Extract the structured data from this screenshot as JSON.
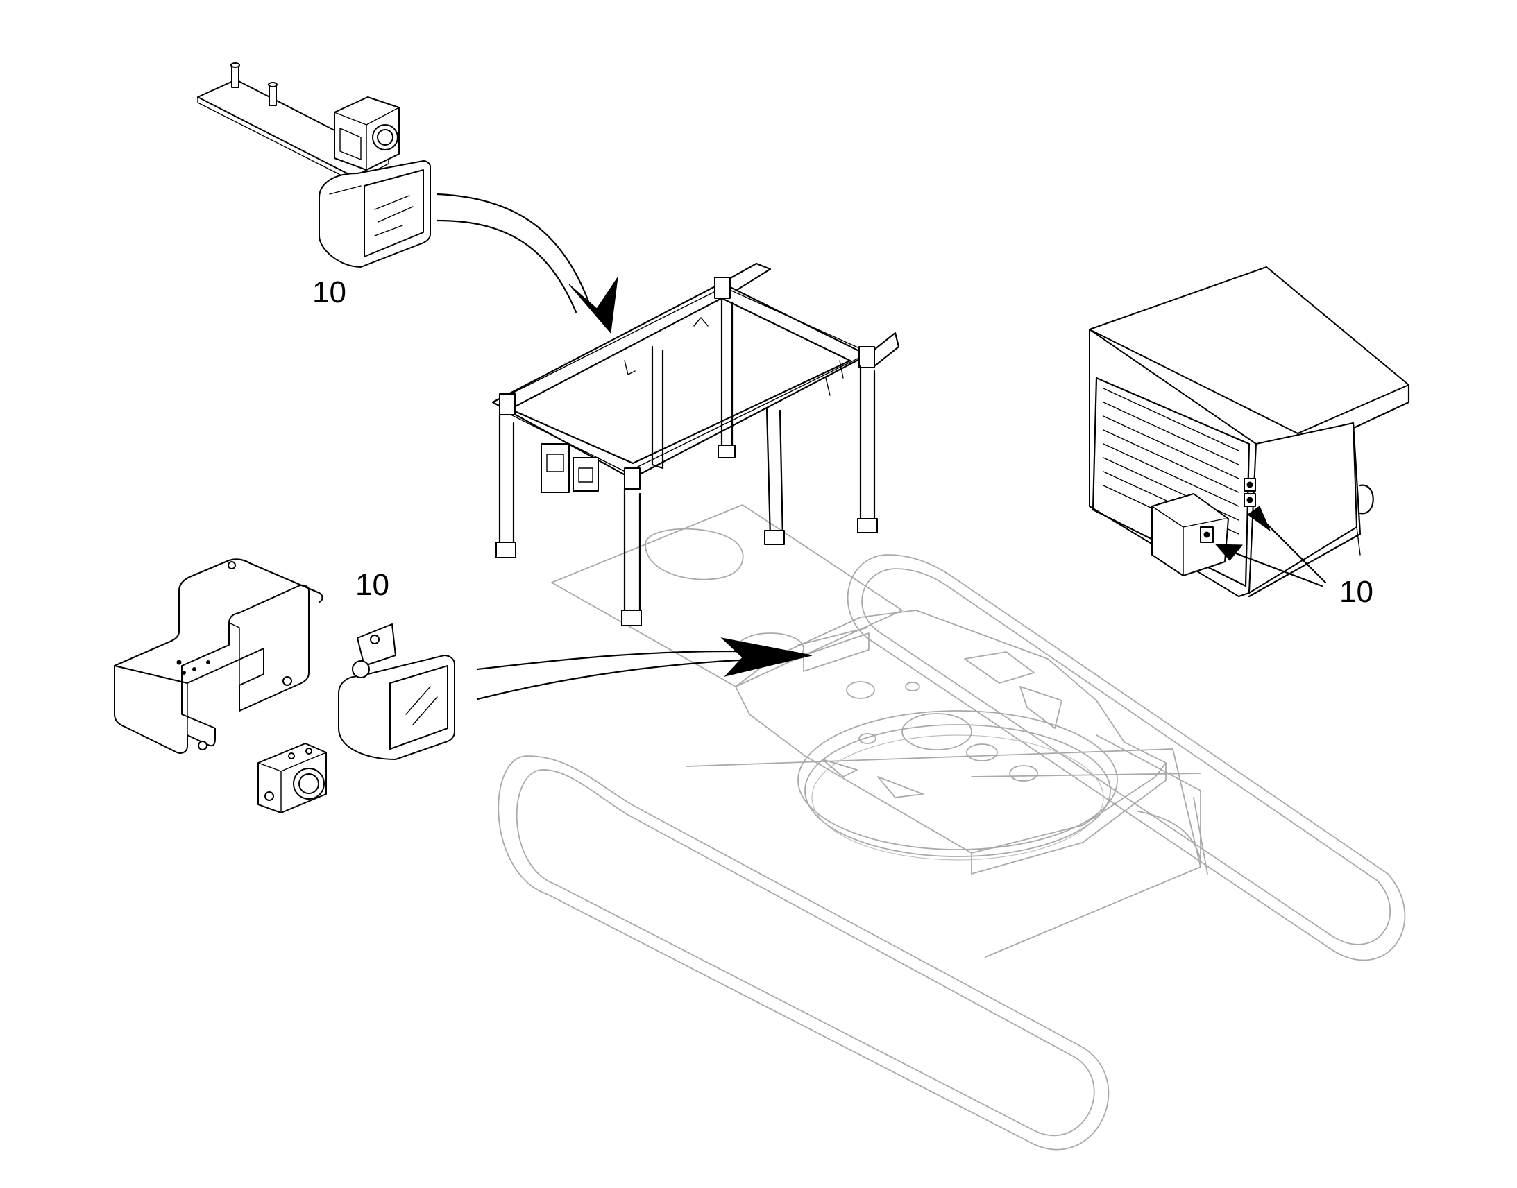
{
  "diagram": {
    "callouts": [
      {
        "id": "upper-left-light",
        "text": "10"
      },
      {
        "id": "lower-left-light",
        "text": "10"
      },
      {
        "id": "right-housing-lights",
        "text": "10"
      }
    ]
  },
  "colors": {
    "ink": "#000000",
    "ghost_outline": "#a9a9a9",
    "background": "#ffffff"
  }
}
